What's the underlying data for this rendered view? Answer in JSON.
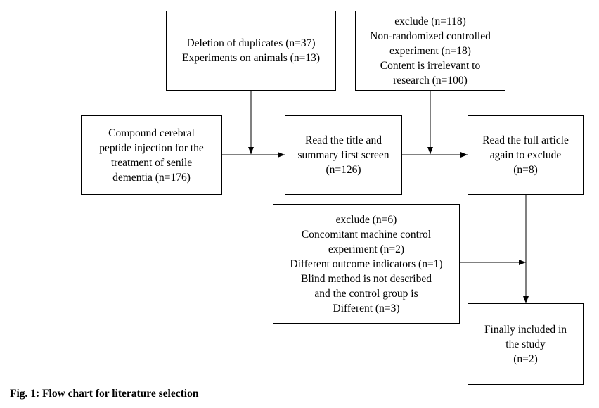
{
  "boxes": {
    "duplicates": [
      "Deletion of duplicates (n=37)",
      "Experiments on animals (n=13)"
    ],
    "exclude_first": [
      "exclude (n=118)",
      "Non-randomized controlled",
      "experiment (n=18)",
      "Content is irrelevant to",
      "research (n=100)"
    ],
    "compound": [
      "Compound cerebral",
      "peptide injection for the",
      "treatment of senile",
      "dementia (n=176)"
    ],
    "title_screen": [
      "Read the title and",
      "summary first screen",
      "(n=126)"
    ],
    "full_article": [
      "Read the full article",
      "again to exclude",
      "(n=8)"
    ],
    "exclude_second": [
      "exclude (n=6)",
      "Concomitant machine control",
      "experiment (n=2)",
      "Different outcome indicators (n=1)",
      "Blind method is not described",
      "and the control group is",
      "Different (n=3)"
    ],
    "final": [
      "Finally included in",
      "the study",
      "(n=2)"
    ]
  },
  "caption": "Fig. 1: Flow chart for literature selection"
}
